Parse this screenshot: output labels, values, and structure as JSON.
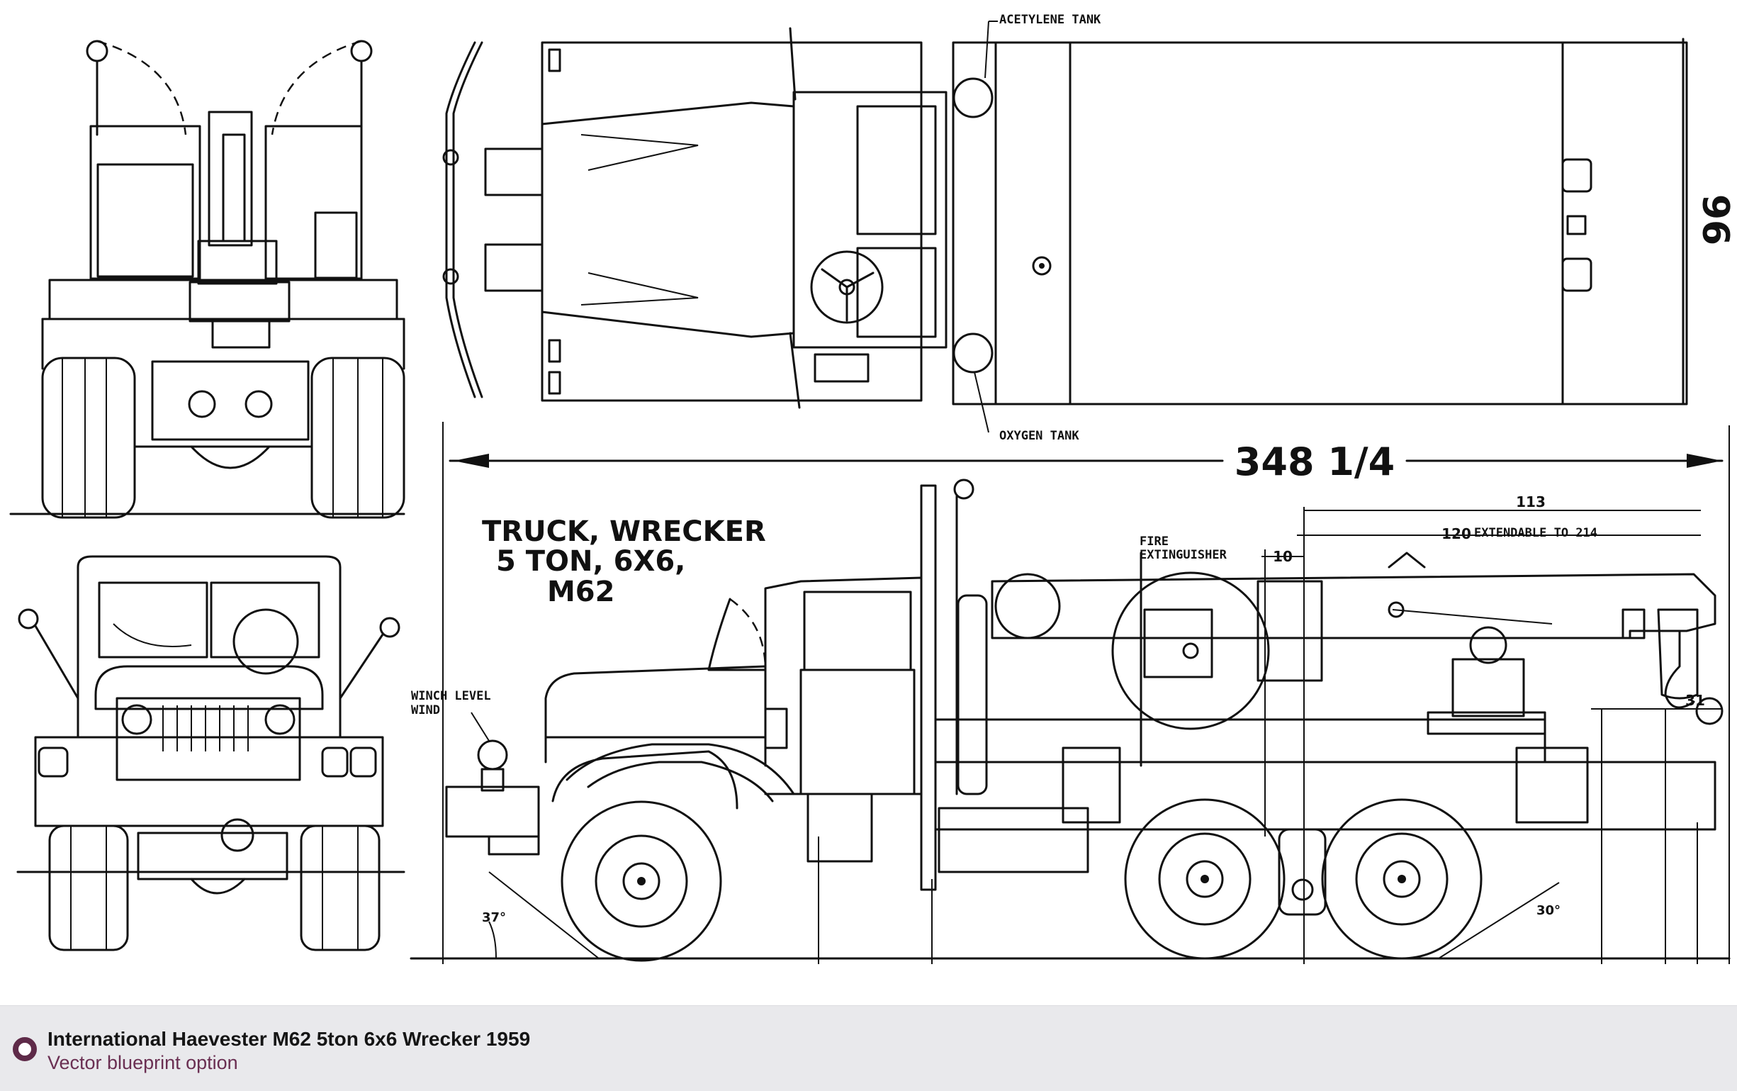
{
  "blueprint": {
    "title_lines": [
      "TRUCK, WRECKER",
      "5 TON, 6X6,",
      "M62"
    ],
    "labels": {
      "acetylene_tank": "ACETYLENE TANK",
      "oxygen_tank": "OXYGEN TANK",
      "fire_extinguisher_1": "FIRE",
      "fire_extinguisher_2": "EXTINGUISHER",
      "winch_level_1": "WINCH LEVEL",
      "winch_level_2": "WIND",
      "extendable": "EXTENDABLE TO 214"
    },
    "dimensions": {
      "overall_length": "348 1/4",
      "overall_width": "96",
      "boom_top": "113",
      "boom_extend": "120",
      "boom_offset": "10",
      "hook_reach": "31",
      "approach_angle": "37°",
      "departure_angle": "30°"
    }
  },
  "footer": {
    "title": "International Haevester M62 5ton 6x6 Wrecker 1959",
    "subtitle": "Vector blueprint option",
    "accent_color": "#5e2a48",
    "selector_icon": "radio-selected-icon"
  }
}
